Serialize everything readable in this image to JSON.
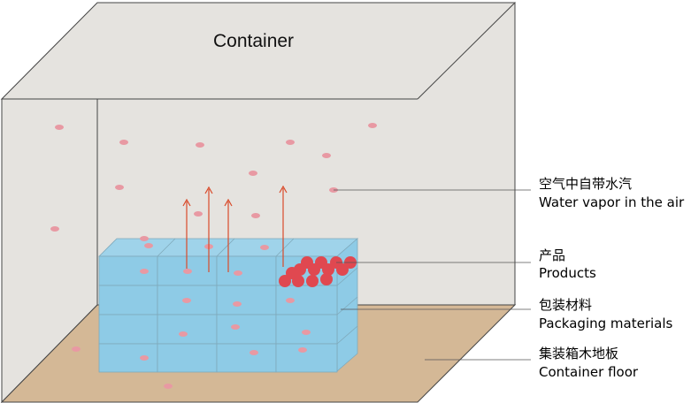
{
  "title": "Container",
  "labels": [
    {
      "zh": "空气中自带水汽",
      "en": "Water vapor in the air"
    },
    {
      "zh": "产品",
      "en": "Products"
    },
    {
      "zh": "包装材料",
      "en": "Packaging materials"
    },
    {
      "zh": "集装箱木地板",
      "en": "Container floor"
    }
  ],
  "colors": {
    "wall": "#e5e3df",
    "floor": "#d4b896",
    "box": "#8ecbe6",
    "vapor_dot": "#e899a3",
    "product": "#e04850",
    "arrow": "#d94a2a"
  }
}
